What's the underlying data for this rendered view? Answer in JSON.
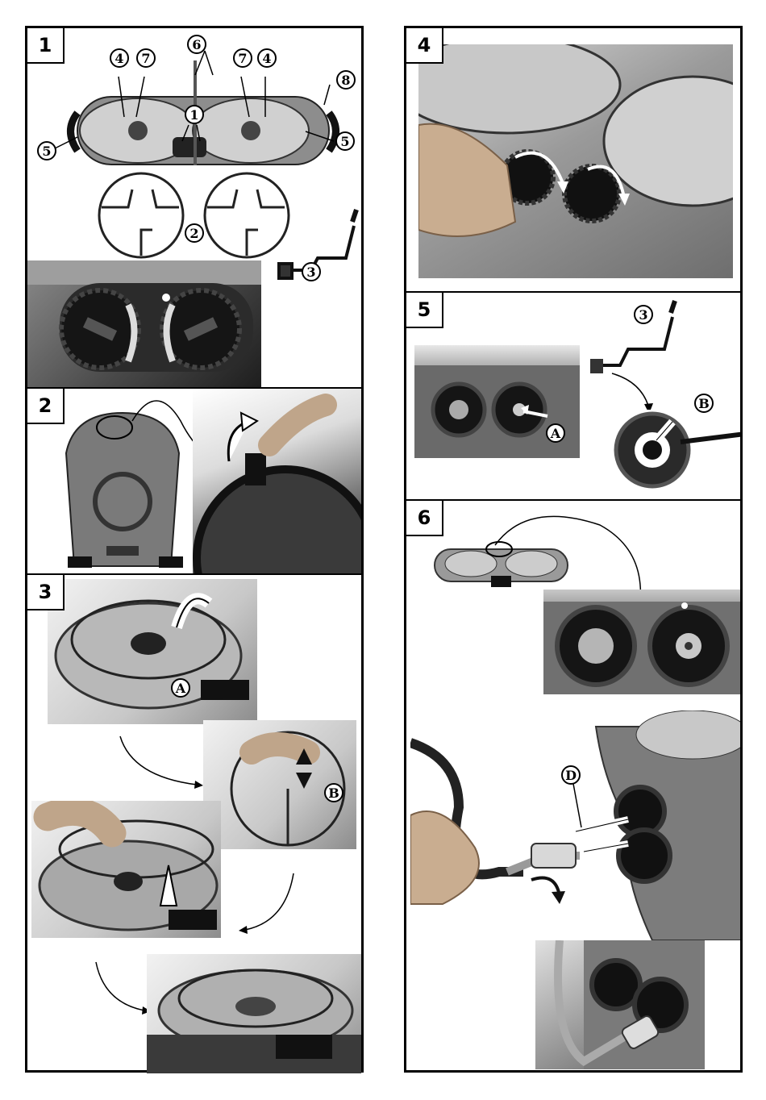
{
  "steps": [
    {
      "number": "1"
    },
    {
      "number": "2"
    },
    {
      "number": "3"
    },
    {
      "number": "4"
    },
    {
      "number": "5"
    },
    {
      "number": "6"
    }
  ],
  "callouts": {
    "c1": "1",
    "c2": "2",
    "c3": "3",
    "c4": "4",
    "c5": "5",
    "c6": "6",
    "c7": "7",
    "c8": "8",
    "A": "A",
    "B": "B",
    "D": "D"
  },
  "icons": [
    "burner-icon",
    "grate-icon",
    "crank-icon",
    "knob-icon",
    "hand-icon",
    "arrow-icon",
    "hose-icon"
  ]
}
